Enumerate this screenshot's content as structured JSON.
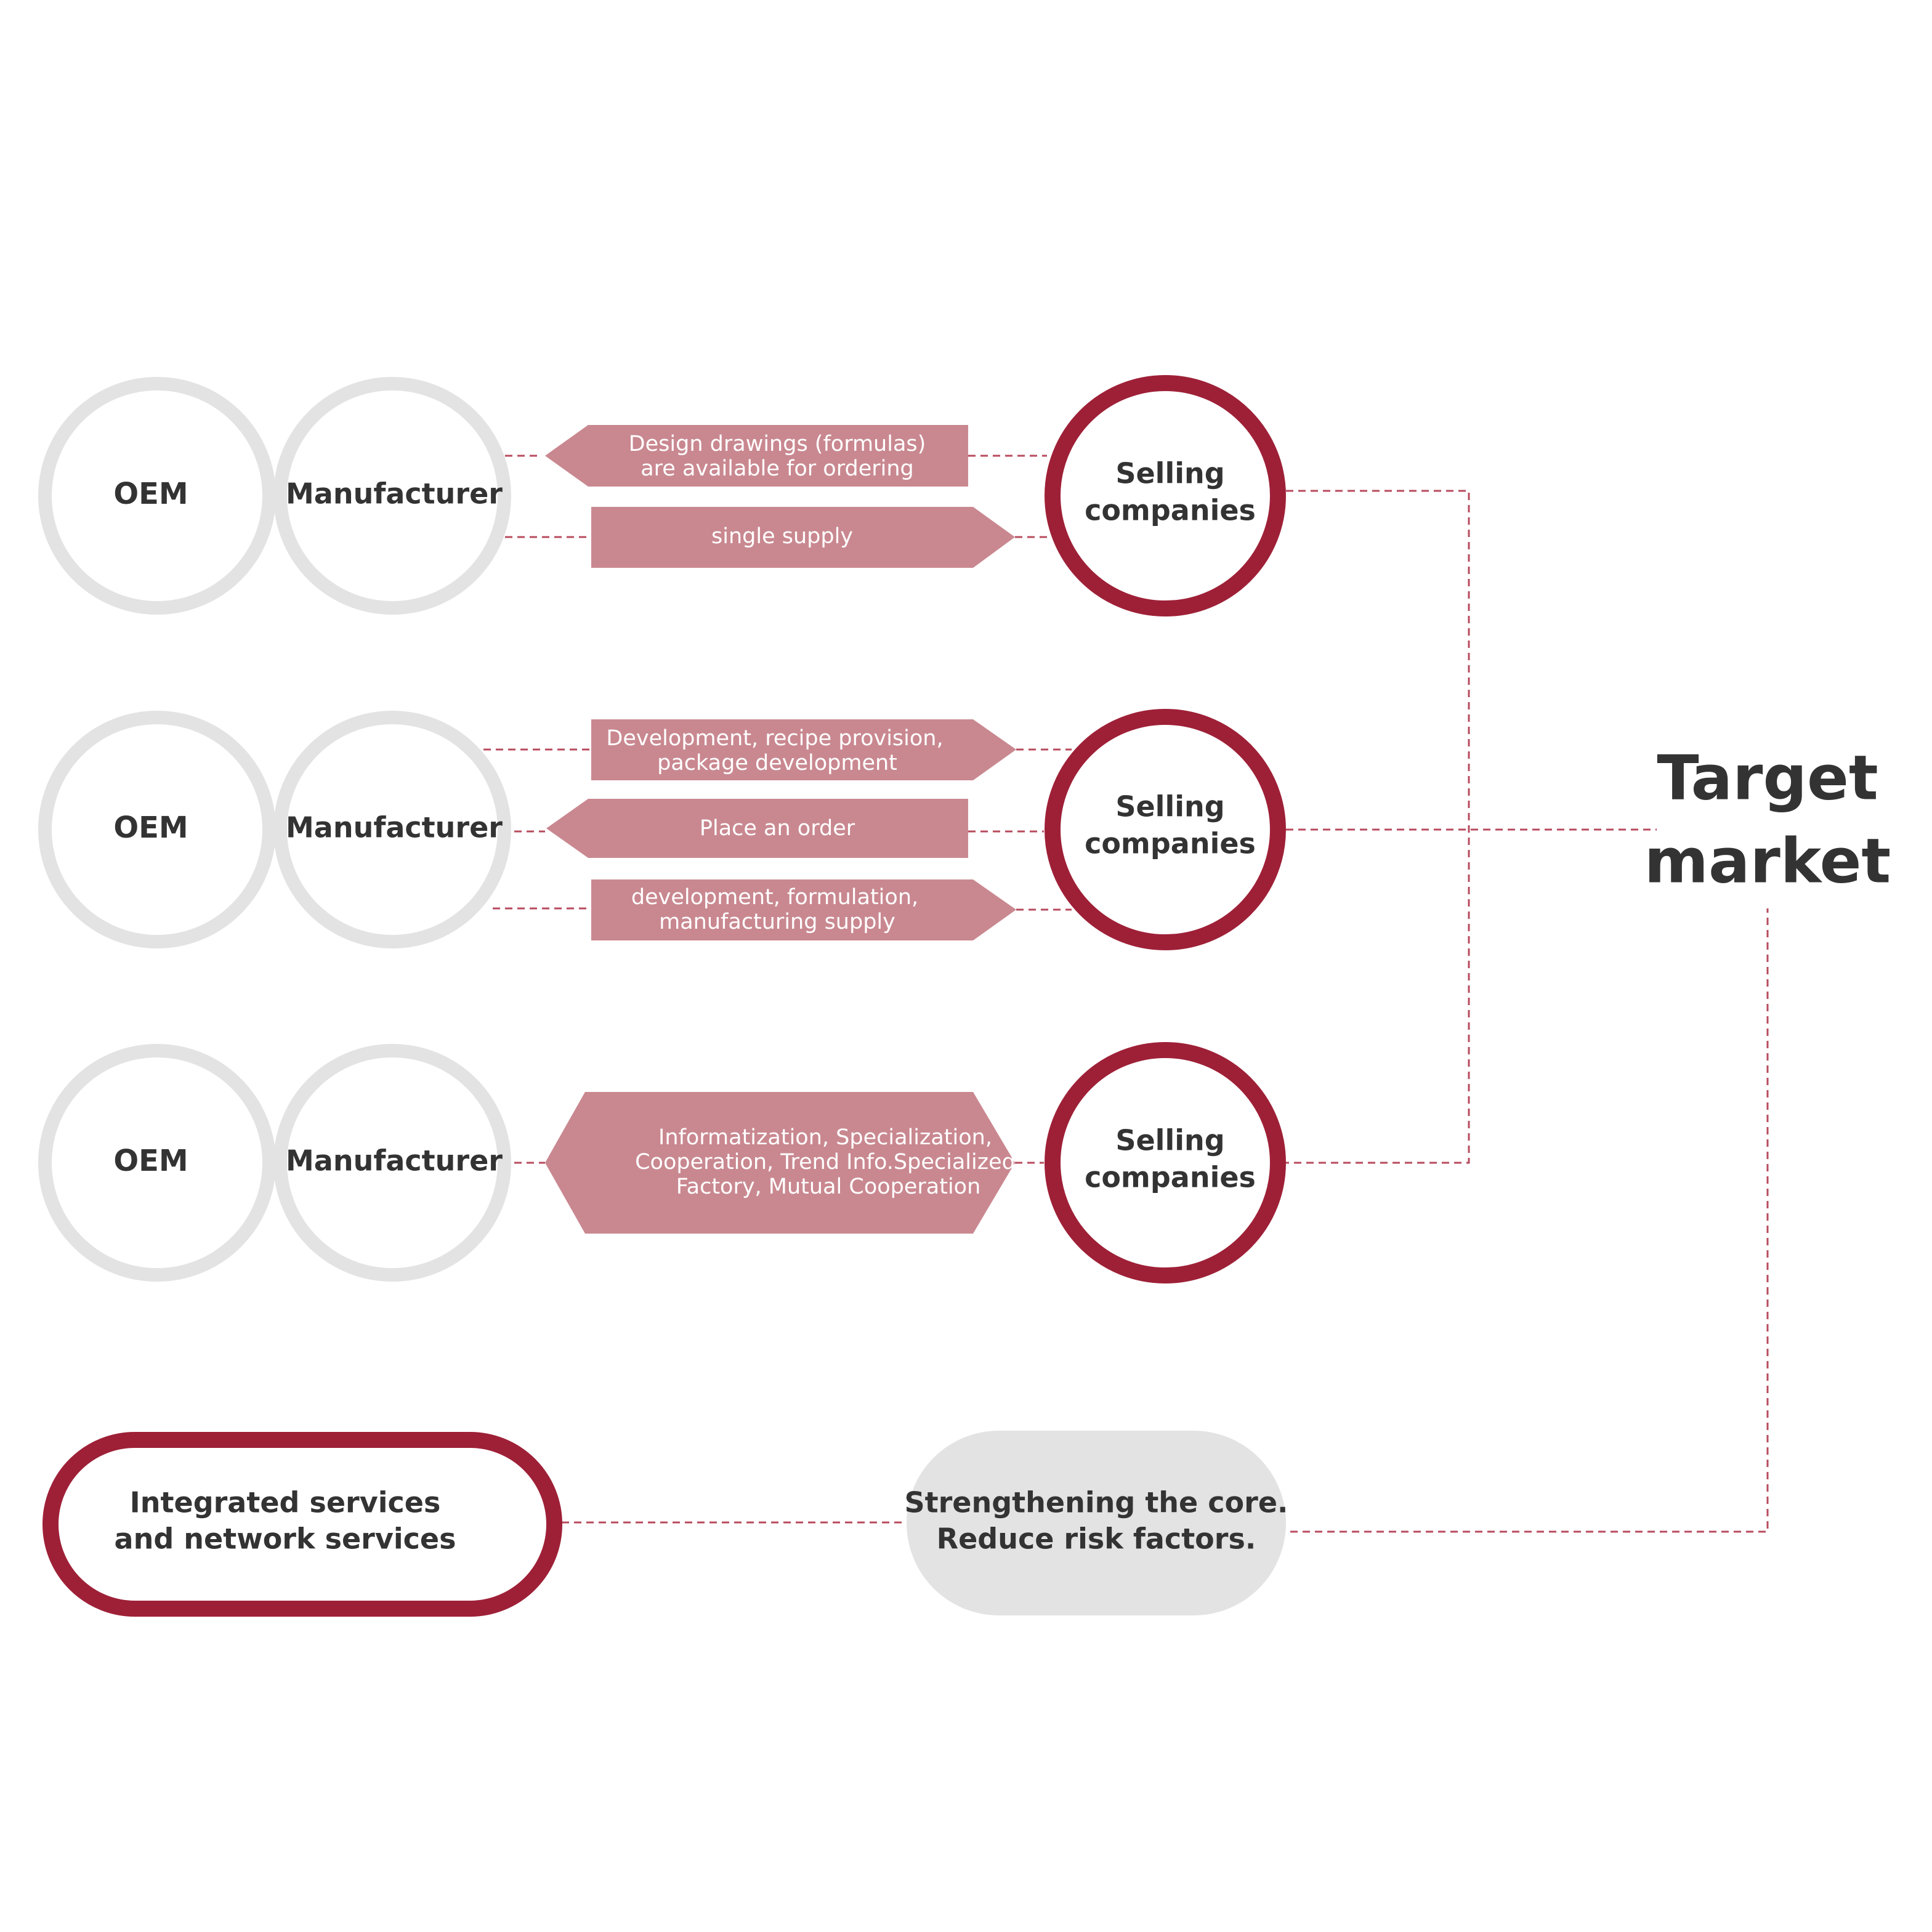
{
  "rows": [
    {
      "oem": "OEM",
      "manufacturer": "Manufacturer",
      "selling": [
        "Selling",
        "companies"
      ],
      "arrows": [
        {
          "direction": "left",
          "lines": [
            "Design drawings (formulas)",
            "are available for ordering"
          ]
        },
        {
          "direction": "right",
          "lines": [
            "single supply"
          ]
        }
      ]
    },
    {
      "oem": "OEM",
      "manufacturer": "Manufacturer",
      "selling": [
        "Selling",
        "companies"
      ],
      "arrows": [
        {
          "direction": "right",
          "lines": [
            "Development, recipe provision,",
            "package development"
          ]
        },
        {
          "direction": "left",
          "lines": [
            "Place an order"
          ]
        },
        {
          "direction": "right",
          "lines": [
            "development, formulation,",
            "manufacturing supply"
          ]
        }
      ]
    },
    {
      "oem": "OEM",
      "manufacturer": "Manufacturer",
      "selling": [
        "Selling",
        "companies"
      ],
      "arrows": [
        {
          "direction": "both",
          "lines": [
            "Informatization, Specialization,",
            "Cooperation, Trend Info.Specialized",
            "Factory, Mutual Cooperation"
          ]
        }
      ]
    }
  ],
  "target_market": [
    "Target",
    "market"
  ],
  "integrated": [
    "Integrated services",
    "and network services"
  ],
  "strengthening": [
    "Strengthening the core.",
    "Reduce risk factors."
  ],
  "colors": {
    "accent": "#9e2037",
    "arrow_fill": "#c98890",
    "grey_ring": "#e3e3e3",
    "grey_pill": "#e3e3e3",
    "text_dark": "#333333",
    "connector": "#b84b5e"
  }
}
